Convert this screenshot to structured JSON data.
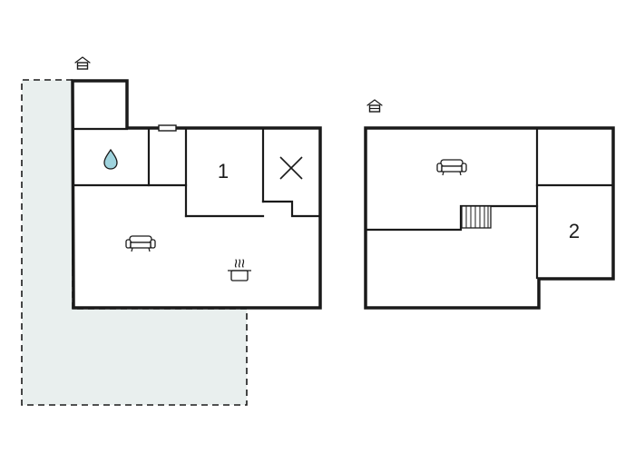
{
  "plans": [
    {
      "name": "ground-floor",
      "icons": [
        "entrance-icon",
        "water-drop-icon",
        "sofa-icon",
        "cooking-pot-icon",
        "cross-icon",
        "window-mark"
      ],
      "room_labels": [
        "1"
      ],
      "has_terrace": true
    },
    {
      "name": "upper-floor",
      "icons": [
        "entrance-icon",
        "sofa-icon",
        "stairs-icon"
      ],
      "room_labels": [
        "2"
      ],
      "has_terrace": false
    }
  ],
  "colors": {
    "wall": "#1a1a1a",
    "terrace_fill": "#e9efee",
    "background": "#ffffff"
  }
}
